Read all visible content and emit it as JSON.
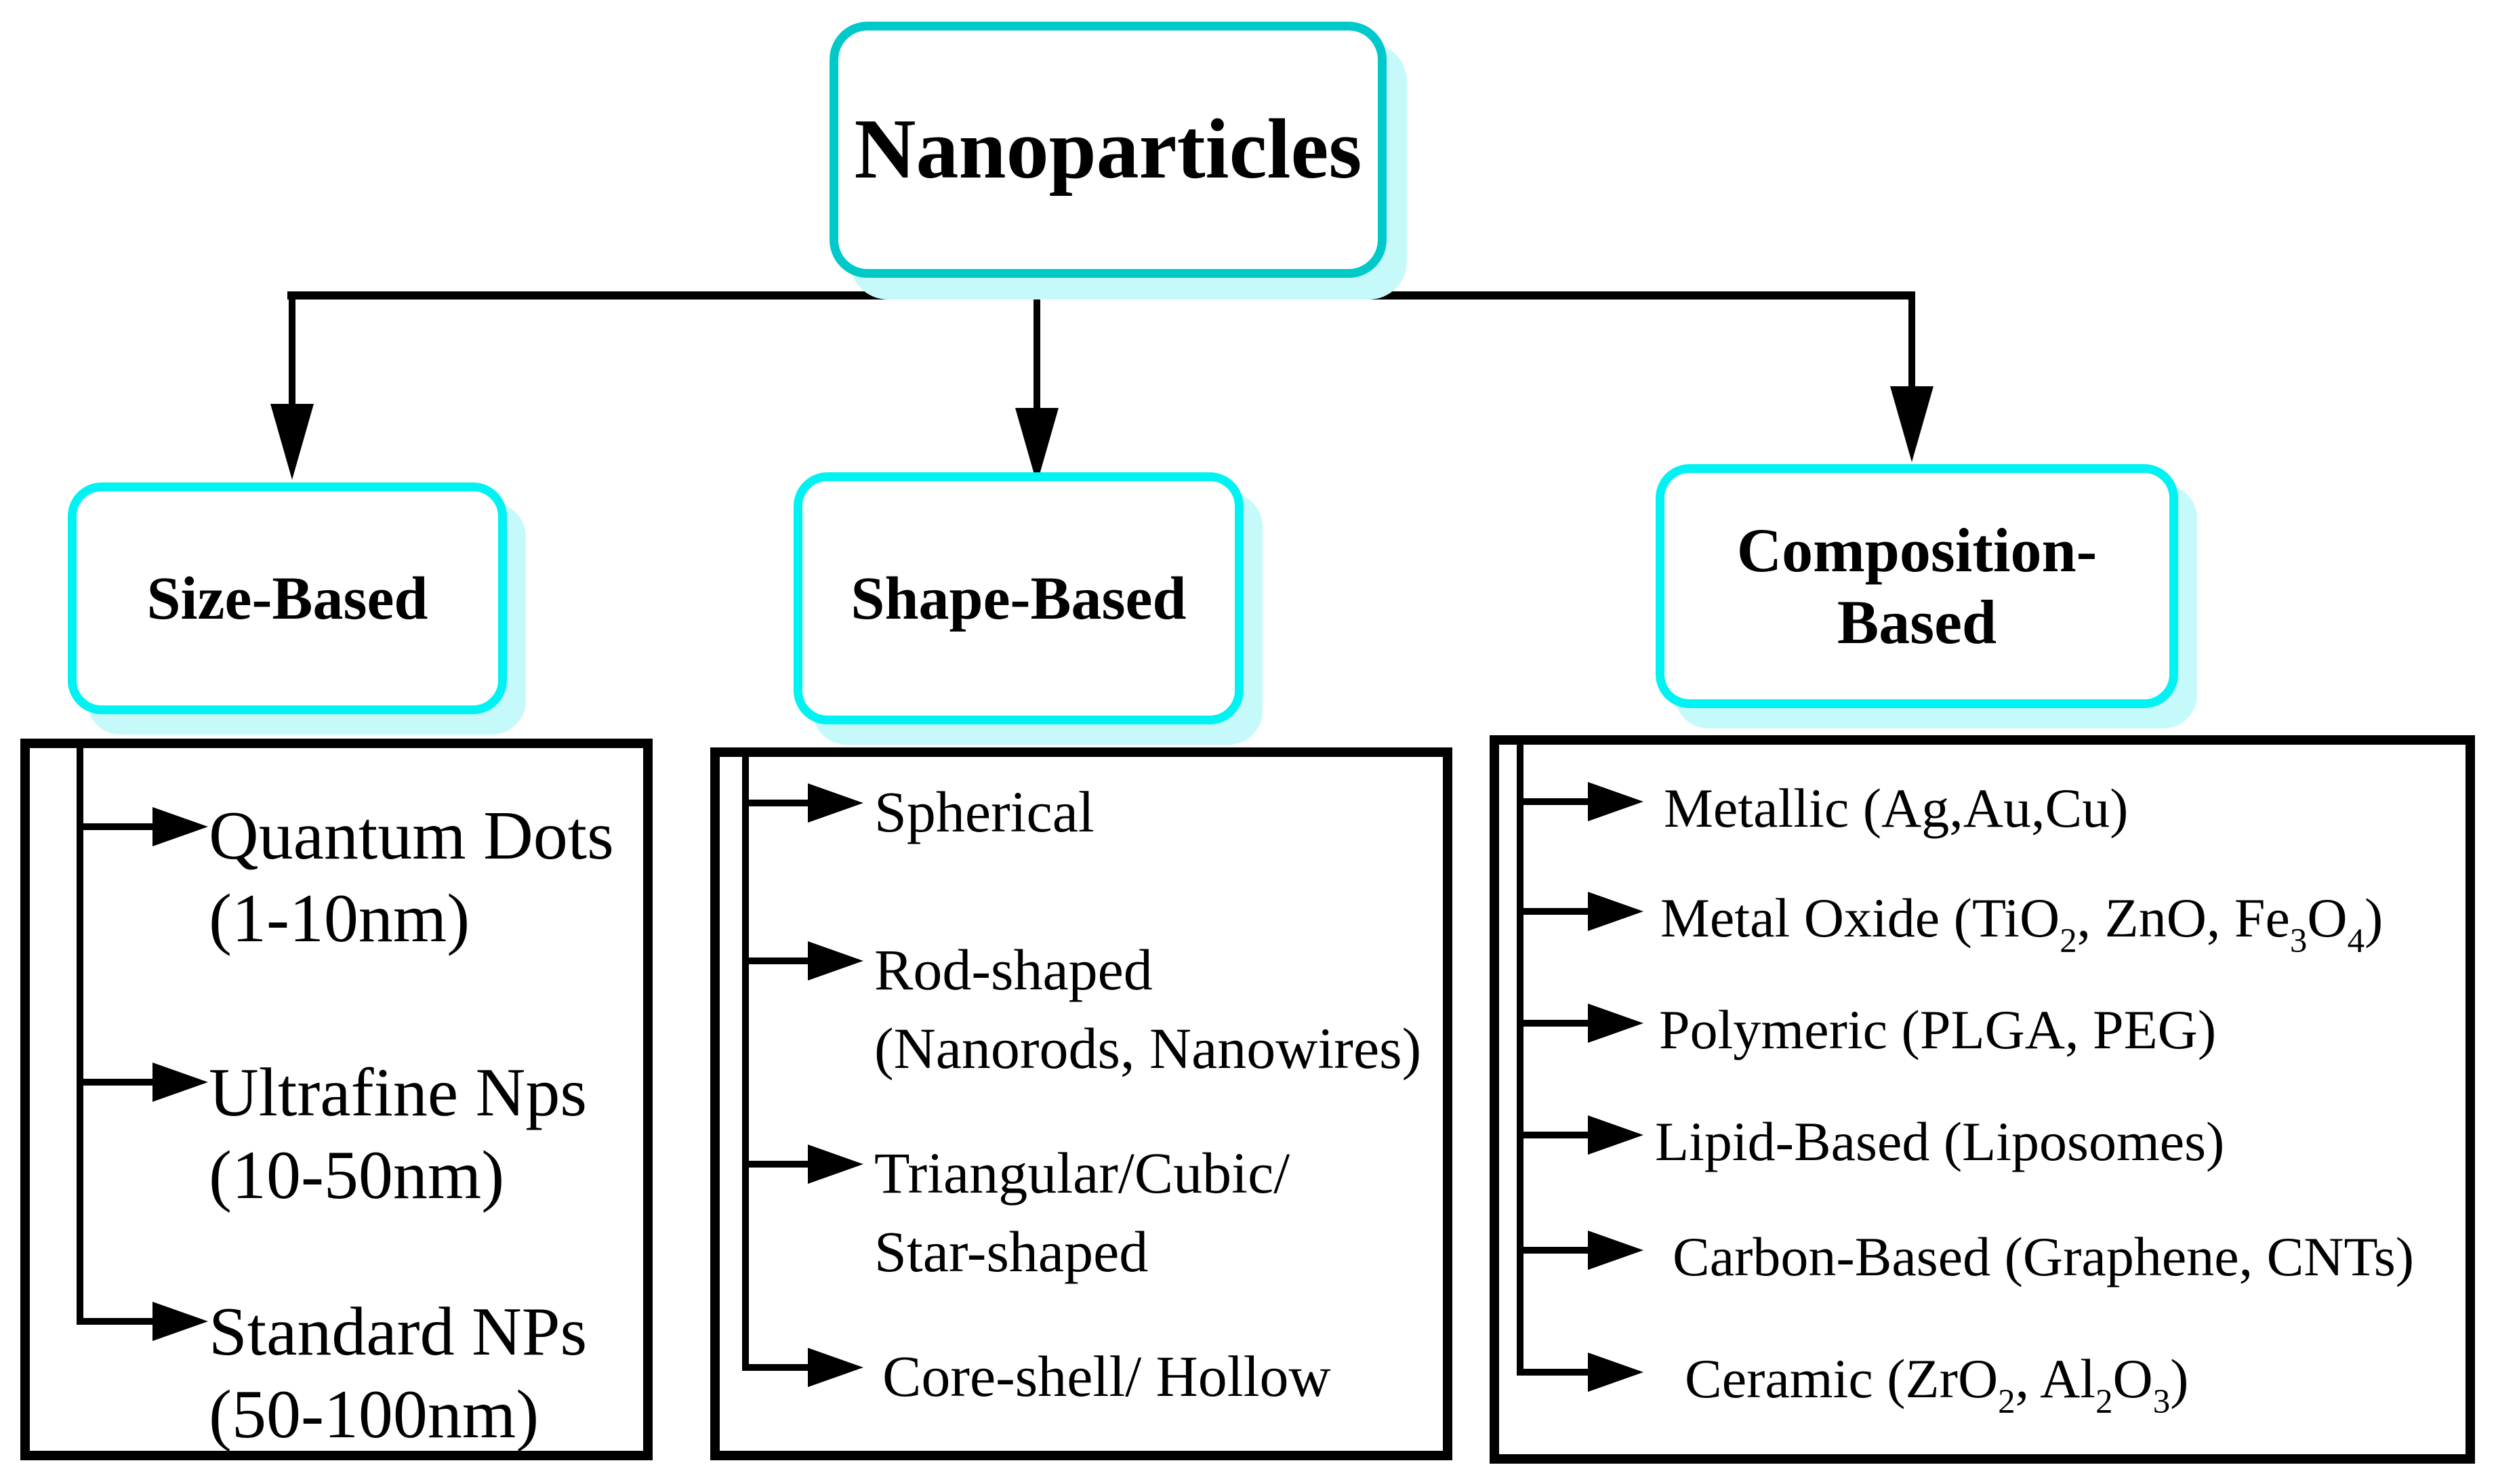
{
  "title": {
    "label": "Nanoparticles"
  },
  "colors": {
    "title_border": "#00C9C9",
    "category_border": "#00F2F2",
    "shadow": "#C6FAFA",
    "line": "#000000"
  },
  "icons": {
    "arrow_right": "►",
    "arrow_down": "▼"
  },
  "branches": [
    {
      "title": "Size-Based",
      "items": [
        {
          "lines": [
            [
              {
                "t": "Quantum Dots"
              }
            ],
            [
              {
                "t": "(1-10nm)"
              }
            ]
          ]
        },
        {
          "lines": [
            [
              {
                "t": "Ultrafine Nps"
              }
            ],
            [
              {
                "t": "(10-50nm)"
              }
            ]
          ]
        },
        {
          "lines": [
            [
              {
                "t": "Standard NPs"
              }
            ],
            [
              {
                "t": "(50-100nm)"
              }
            ]
          ]
        }
      ]
    },
    {
      "title": "Shape-Based",
      "items": [
        {
          "lines": [
            [
              {
                "t": "Spherical"
              }
            ]
          ]
        },
        {
          "lines": [
            [
              {
                "t": "Rod-shaped"
              }
            ],
            [
              {
                "t": "(Nanorods, Nanowires)"
              }
            ]
          ]
        },
        {
          "lines": [
            [
              {
                "t": "Triangular/Cubic/"
              }
            ],
            [
              {
                "t": "Star-shaped"
              }
            ]
          ]
        },
        {
          "lines": [
            [
              {
                "t": "Core-shell/ Hollow"
              }
            ]
          ]
        }
      ]
    },
    {
      "title": "Composition-Based",
      "items": [
        {
          "lines": [
            [
              {
                "t": "Metallic (Ag,Au,Cu)"
              }
            ]
          ]
        },
        {
          "lines": [
            [
              {
                "t": "Metal Oxide (TiO"
              },
              {
                "t": "2",
                "sub": true
              },
              {
                "t": ", ZnO, Fe"
              },
              {
                "t": "3",
                "sub": true
              },
              {
                "t": "O"
              },
              {
                "t": "4",
                "sub": true
              },
              {
                "t": ")"
              }
            ]
          ]
        },
        {
          "lines": [
            [
              {
                "t": "Polymeric (PLGA, PEG)"
              }
            ]
          ]
        },
        {
          "lines": [
            [
              {
                "t": "Lipid-Based (Liposomes)"
              }
            ]
          ]
        },
        {
          "lines": [
            [
              {
                "t": "Carbon-Based (Graphene, CNTs)"
              }
            ]
          ]
        },
        {
          "lines": [
            [
              {
                "t": "Ceramic (ZrO"
              },
              {
                "t": "2",
                "sub": true
              },
              {
                "t": ", Al"
              },
              {
                "t": "2",
                "sub": true
              },
              {
                "t": "O"
              },
              {
                "t": "3",
                "sub": true
              },
              {
                "t": ")"
              }
            ]
          ]
        }
      ]
    }
  ]
}
